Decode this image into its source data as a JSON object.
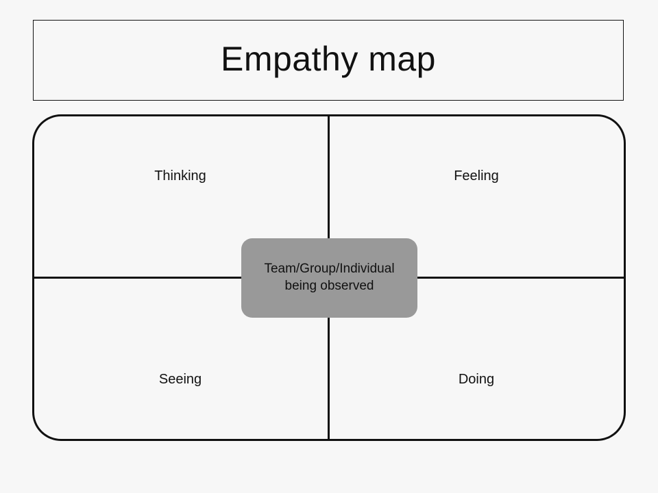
{
  "title": "Empathy map",
  "quadrants": {
    "thinking": "Thinking",
    "feeling": "Feeling",
    "seeing": "Seeing",
    "doing": "Doing"
  },
  "center": {
    "line1": "Team/Group/Individual",
    "line2": "being observed",
    "fill_color": "#999999"
  }
}
